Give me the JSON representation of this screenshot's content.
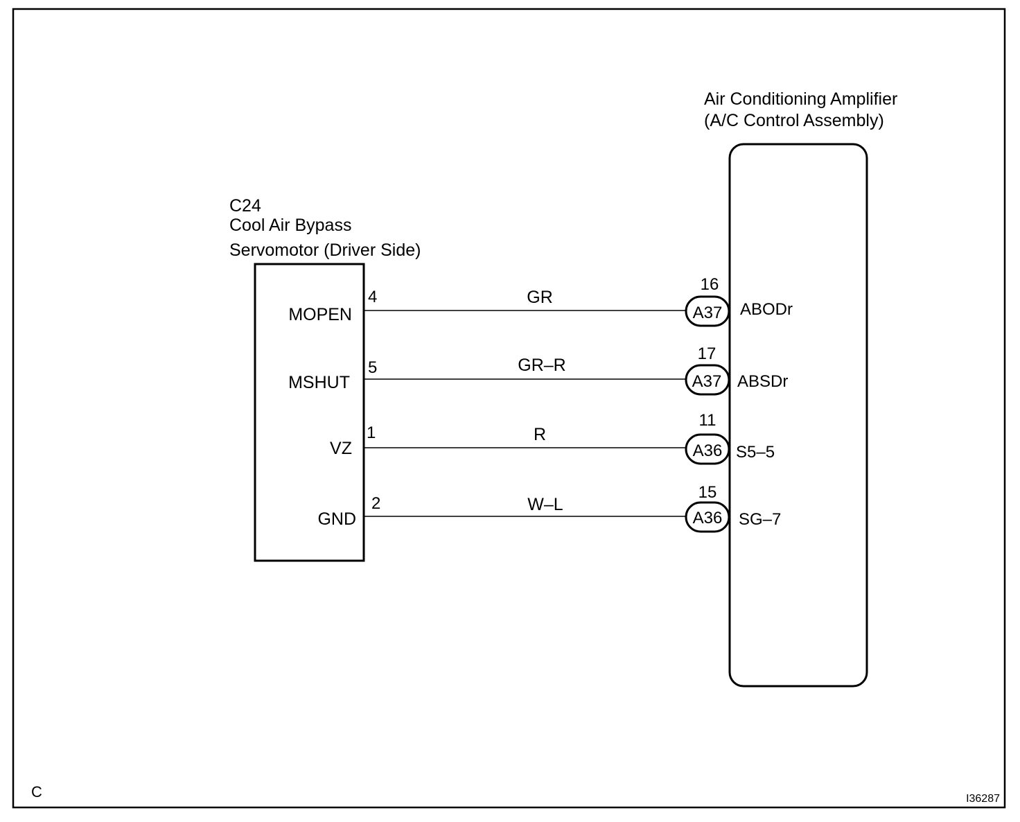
{
  "amplifier": {
    "title_line1": "Air Conditioning Amplifier",
    "title_line2": "(A/C Control Assembly)"
  },
  "servomotor": {
    "connector": "C24",
    "name_line1": "Cool Air Bypass",
    "name_line2": "Servomotor (Driver Side)"
  },
  "circuits": [
    {
      "terminal_name": "MOPEN",
      "pin": "4",
      "wire_color": "GR",
      "amp_pin": "16",
      "amp_connector": "A37",
      "amp_terminal": "ABODr"
    },
    {
      "terminal_name": "MSHUT",
      "pin": "5",
      "wire_color": "GR–R",
      "amp_pin": "17",
      "amp_connector": "A37",
      "amp_terminal": "ABSDr"
    },
    {
      "terminal_name": "VZ",
      "pin": "1",
      "wire_color": "R",
      "amp_pin": "11",
      "amp_connector": "A36",
      "amp_terminal": "S5–5"
    },
    {
      "terminal_name": "GND",
      "pin": "2",
      "wire_color": "W–L",
      "amp_pin": "15",
      "amp_connector": "A36",
      "amp_terminal": "SG–7"
    }
  ],
  "footer": {
    "section_letter": "C",
    "figure_id": "I36287"
  }
}
